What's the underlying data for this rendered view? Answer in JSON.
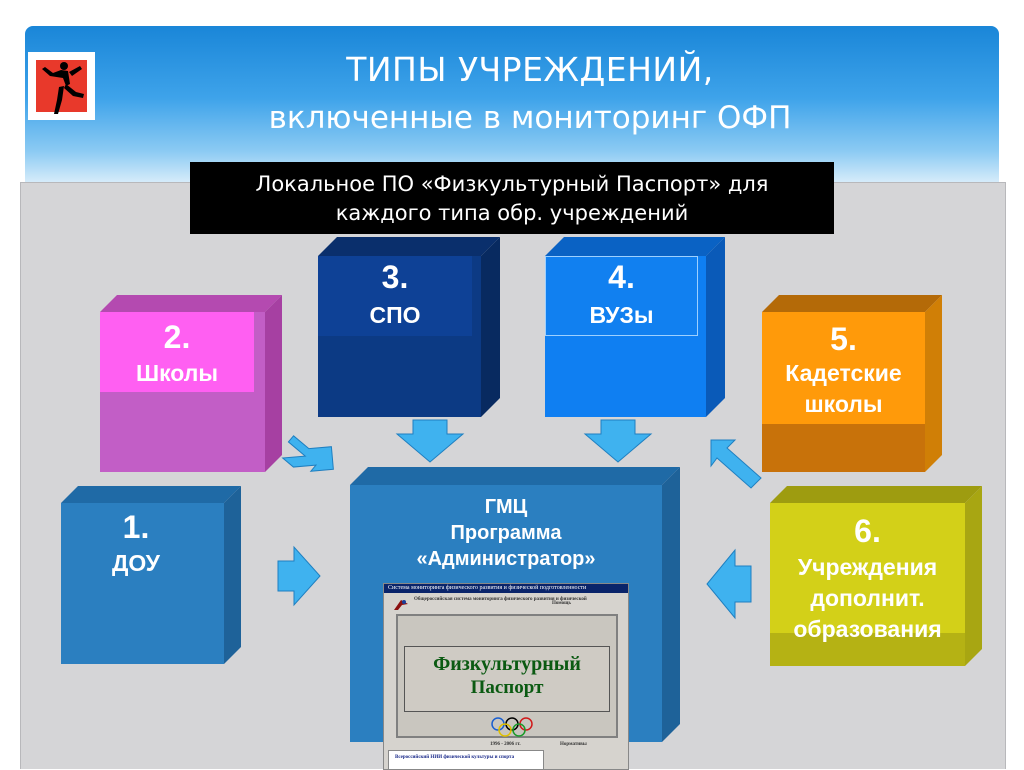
{
  "slide": {
    "title_line1": "ТИПЫ УЧРЕЖДЕНИЙ,",
    "title_line2": "включенные в мониторинг ОФП",
    "banner_line1": "Локальное ПО «Физкультурный Паспорт» для",
    "banner_line2": "каждого типа обр. учреждений"
  },
  "boxes": {
    "dou": {
      "num": "1.",
      "name": "ДОУ"
    },
    "schools": {
      "num": "2.",
      "name": "Школы"
    },
    "spo": {
      "num": "3.",
      "name": "СПО"
    },
    "vuz": {
      "num": "4.",
      "name": "ВУЗы"
    },
    "cadet": {
      "num": "5.",
      "name1": "Кадетские",
      "name2": "школы"
    },
    "extra": {
      "num": "6.",
      "name1": "Учреждения",
      "name2": "дополнит.",
      "name3": "образования"
    },
    "gmc": {
      "line1": "ГМЦ",
      "line2": "Программа",
      "line3": "«Администратор»"
    }
  },
  "screenshot": {
    "window_title": "Система мониторинга физического развития и физической подготовленности",
    "header_text": "Общероссийская система мониторинга физического развития и физической",
    "help_label": "Помощь",
    "main_line1": "Физкультурный",
    "main_line2": "Паспорт",
    "years": "1996 - 2006 гг.",
    "norms_label": "Нормативы",
    "footer_text": "Всероссийский НИИ физической культуры и спорта"
  },
  "colors": {
    "header_blue": "#1a86d8",
    "panel_gray": "#d5d5d7",
    "dou": "#2b7fc0",
    "schools": "#ff5ff2",
    "spo": "#0c3a84",
    "vuz": "#0f7ff2",
    "cadet": "#ff9a0a",
    "extra": "#d3d018",
    "gmc": "#2b7fc0",
    "arrow": "#3fb2ef"
  }
}
